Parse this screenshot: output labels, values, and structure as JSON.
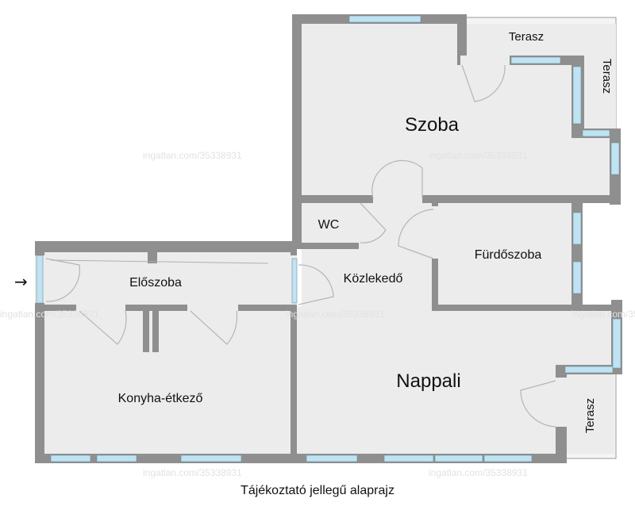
{
  "rooms": {
    "szoba": "Szoba",
    "terasz_top": "Terasz",
    "terasz_right_top": "Terasz",
    "wc": "WC",
    "furdoszoba": "Fürdőszoba",
    "kozlekedo": "Közlekedő",
    "eloszoba": "Előszoba",
    "konyha": "Konyha-étkező",
    "nappali": "Nappali",
    "terasz_right_bottom": "Terasz"
  },
  "entrance_arrow": "→",
  "watermark": "ingatlan.com/35338931",
  "caption": "Tájékoztató jellegű alaprajz",
  "colors": {
    "wall": "#8f8f8f",
    "floor": "#ececec",
    "window": "#bfe3f2",
    "terrace": "#f4f4f4"
  }
}
